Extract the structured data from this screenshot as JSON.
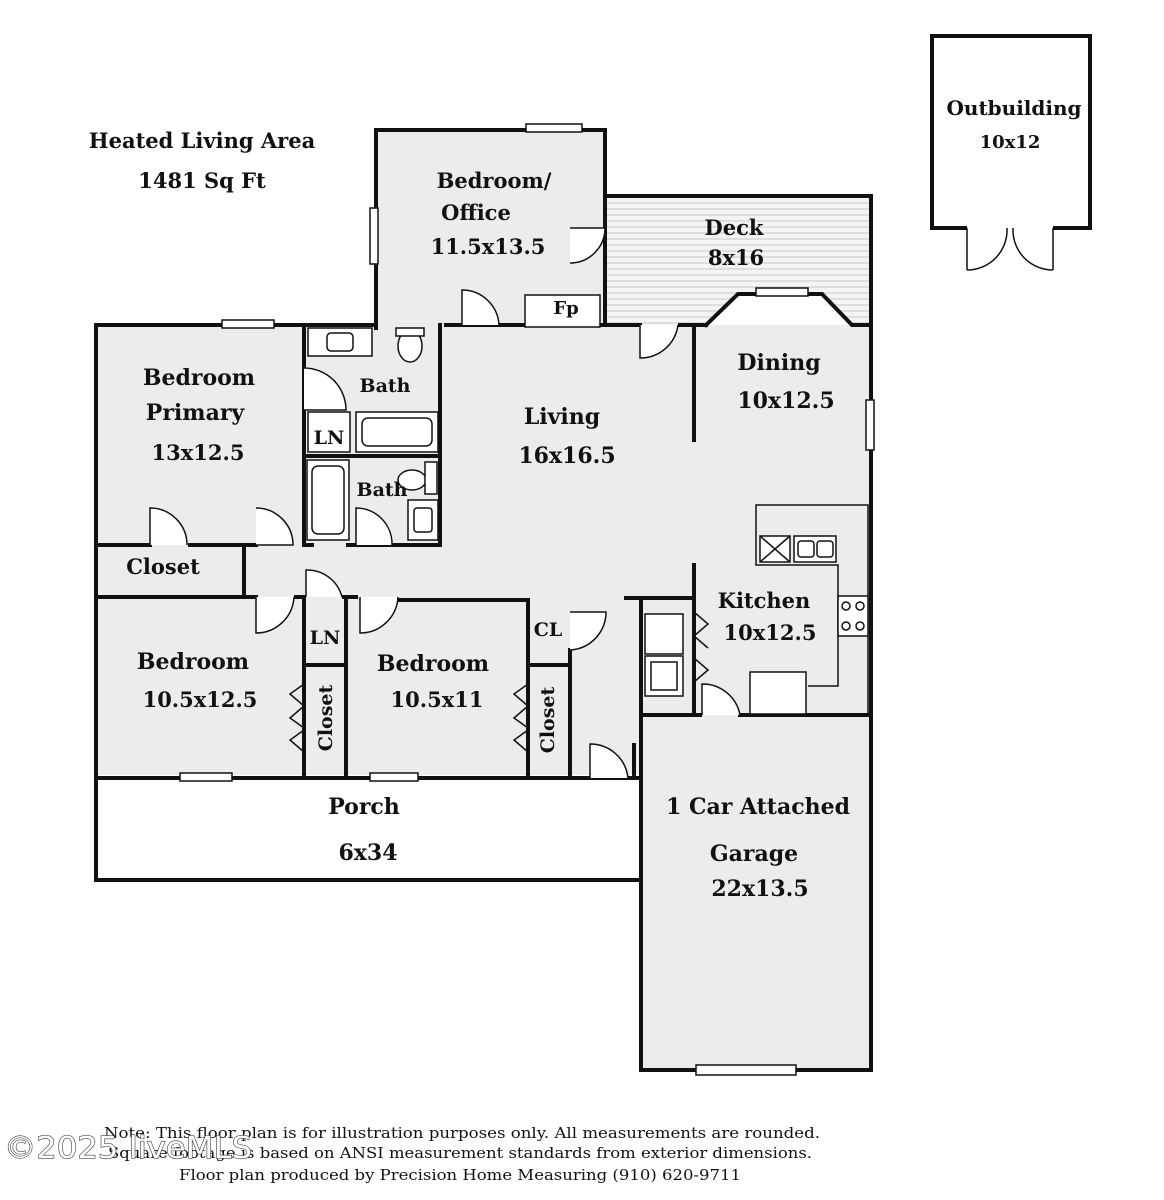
{
  "header": {
    "title": "Heated Living Area",
    "area": "1481 Sq Ft"
  },
  "outbuilding": {
    "name": "Outbuilding",
    "size": "10x12"
  },
  "rooms": {
    "bedroom_office": {
      "line1": "Bedroom/",
      "line2": "Office",
      "size": "11.5x13.5"
    },
    "deck": {
      "name": "Deck",
      "size": "8x16"
    },
    "fireplace": "Fp",
    "bath_upper": "Bath",
    "bath_lower": "Bath",
    "linen_upper": "LN",
    "linen_lower": "LN",
    "primary": {
      "line1": "Bedroom",
      "line2": "Primary",
      "size": "13x12.5"
    },
    "closet_primary": "Closet",
    "living": {
      "name": "Living",
      "size": "16x16.5"
    },
    "dining": {
      "name": "Dining",
      "size": "10x12.5"
    },
    "kitchen": {
      "name": "Kitchen",
      "size": "10x12.5"
    },
    "closet_cl": "CL",
    "bedroom_left": {
      "name": "Bedroom",
      "size": "10.5x12.5"
    },
    "bedroom_mid": {
      "name": "Bedroom",
      "size": "10.5x11"
    },
    "closet_left": "Closet",
    "closet_mid": "Closet",
    "porch": {
      "name": "Porch",
      "size": "6x34"
    },
    "garage": {
      "line1": "1 Car Attached",
      "line2": "Garage",
      "size": "22x13.5"
    }
  },
  "footer": {
    "line1": "Note: This floor plan is for illustration purposes only. All measurements are rounded.",
    "line2": "Square footage is based on ANSI measurement standards from exterior dimensions.",
    "line3": "Floor plan produced by Precision Home Measuring (910) 620-9711"
  },
  "watermark": "©2025 liveMLS",
  "colors": {
    "floor": "#ececec",
    "wall": "#111111",
    "deck": "#f2f2f2",
    "deck_line": "#c8c8c8"
  }
}
